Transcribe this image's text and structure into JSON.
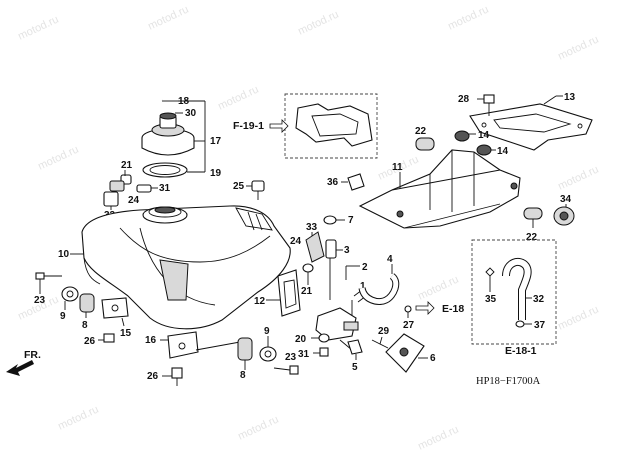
{
  "watermark": "motod.ru",
  "diagram_code": "HP18−F1700A",
  "refs": {
    "f19": "F-19-1",
    "e18": "E-18",
    "e18_1": "E-18-1",
    "fr": "FR."
  },
  "callouts": {
    "c18": "18",
    "c30": "30",
    "c17": "17",
    "c19": "19",
    "c21a": "21",
    "c31": "31",
    "c33a": "33",
    "c25": "25",
    "c10": "10",
    "c23a": "23",
    "c9a": "9",
    "c8": "8",
    "c15": "15",
    "c26a": "26",
    "c16": "16",
    "c26b": "26",
    "c24a": "24",
    "c22a": "22",
    "c14a": "14",
    "c28": "28",
    "c13": "13",
    "c14b": "14",
    "c11": "11",
    "c36": "36",
    "c34": "34",
    "c22b": "22",
    "c7": "7",
    "c33b": "33",
    "c24b": "24",
    "c3": "3",
    "c2": "2",
    "c4": "4",
    "c12": "12",
    "c21b": "21",
    "c1": "1",
    "c20": "20",
    "c31b": "31",
    "c5": "5",
    "c29": "29",
    "c6": "6",
    "c9b": "9",
    "c23b": "23",
    "c27": "27",
    "c35": "35",
    "c32": "32",
    "c37": "37"
  }
}
